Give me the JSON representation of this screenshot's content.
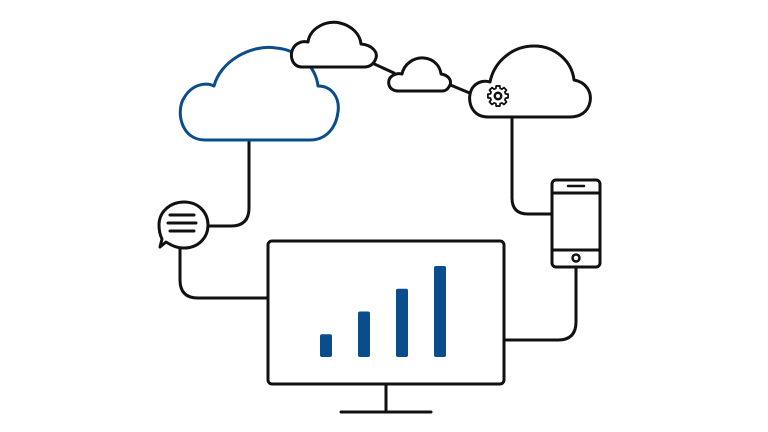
{
  "colors": {
    "background": "#ffffff",
    "line": "#111111",
    "accent": "#0a4d8c"
  },
  "icons": [
    "cloud-icon",
    "gear-icon",
    "chat-bubble-icon",
    "smartphone-icon",
    "monitor-icon",
    "bar-chart-icon"
  ],
  "monitor_chart": {
    "type": "bar",
    "levels": [
      1,
      2,
      3,
      4
    ]
  }
}
